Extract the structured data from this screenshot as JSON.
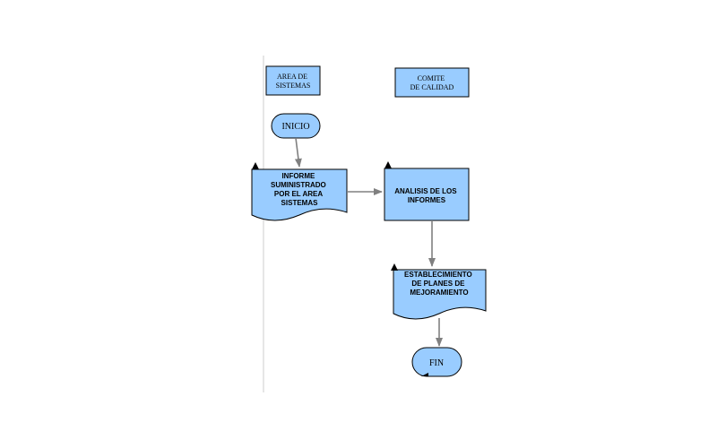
{
  "colors": {
    "node_fill": "#99ccff",
    "node_stroke": "#000000",
    "connector": "#808080",
    "lane_divider": "#cccccc",
    "background": "#ffffff"
  },
  "lanes": {
    "area_sistemas": [
      "AREA DE",
      "SISTEMAS"
    ],
    "comite_calidad": [
      "COMITE",
      "DE CALIDAD"
    ]
  },
  "nodes": {
    "inicio": "INICIO",
    "informe": [
      "INFORME",
      "SUMINISTRADO",
      "POR EL AREA",
      "SISTEMAS"
    ],
    "analisis": [
      "ANALISIS DE LOS",
      "INFORMES"
    ],
    "establecimiento": [
      "ESTABLECIMIENTO",
      "DE PLANES DE",
      "MEJORAMIENTO"
    ],
    "fin": "FIN"
  }
}
